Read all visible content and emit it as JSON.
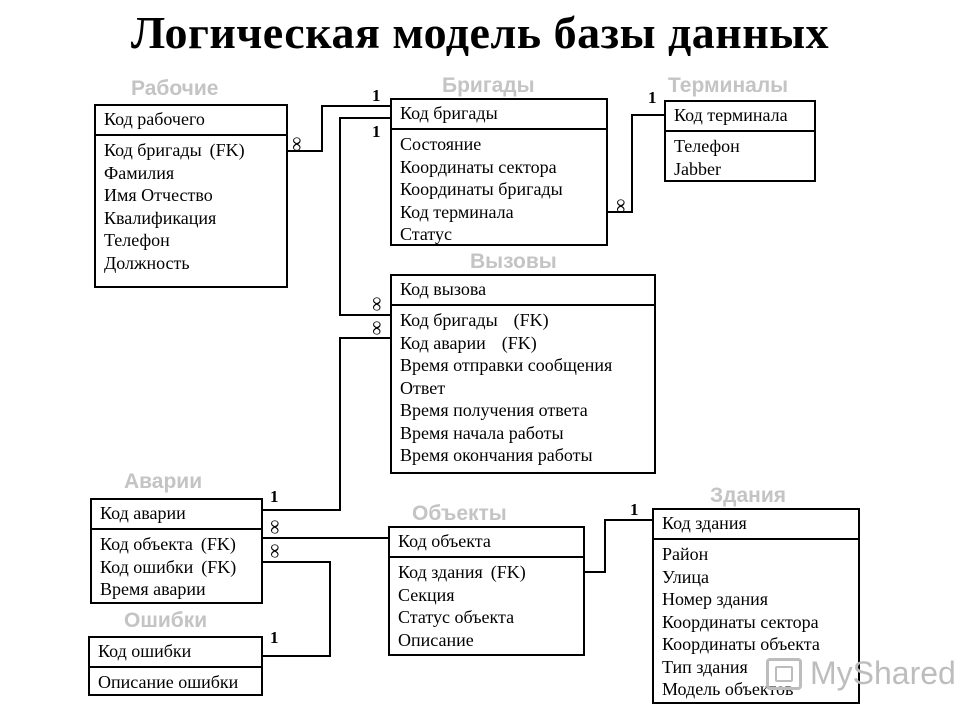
{
  "title": "Логическая модель базы данных",
  "entities": {
    "workers": {
      "name": "Рабочие",
      "pk": "Код рабочего",
      "attrs": [
        {
          "name": "Код бригады",
          "fk": "(FK)"
        },
        {
          "name": "Фамилия"
        },
        {
          "name": "Имя Отчество"
        },
        {
          "name": "Квалификация"
        },
        {
          "name": "Телефон"
        },
        {
          "name": "Должность"
        }
      ]
    },
    "brigades": {
      "name": "Бригады",
      "pk": "Код бригады",
      "attrs": [
        {
          "name": "Состояние"
        },
        {
          "name": "Координаты сектора"
        },
        {
          "name": "Координаты бригады"
        },
        {
          "name": "Код терминала"
        },
        {
          "name": "Статус"
        }
      ]
    },
    "terminals": {
      "name": "Терминалы",
      "pk": "Код терминала",
      "attrs": [
        {
          "name": "Телефон"
        },
        {
          "name": "Jabber"
        }
      ]
    },
    "calls": {
      "name": "Вызовы",
      "pk": "Код вызова",
      "attrs": [
        {
          "name": "Код бригады",
          "fk": "(FK)"
        },
        {
          "name": "Код аварии",
          "fk": "(FK)"
        },
        {
          "name": "Время отправки сообщения"
        },
        {
          "name": "Ответ"
        },
        {
          "name": "Время получения ответа"
        },
        {
          "name": "Время начала работы"
        },
        {
          "name": "Время окончания работы"
        }
      ]
    },
    "accidents": {
      "name": "Аварии",
      "pk": "Код аварии",
      "attrs": [
        {
          "name": "Код объекта",
          "fk": "(FK)"
        },
        {
          "name": "Код ошибки",
          "fk": "(FK)"
        },
        {
          "name": "Время аварии"
        }
      ]
    },
    "errors": {
      "name": "Ошибки",
      "pk": "Код ошибки",
      "attrs": [
        {
          "name": "Описание ошибки"
        }
      ]
    },
    "objects": {
      "name": "Объекты",
      "pk": "Код объекта",
      "attrs": [
        {
          "name": "Код здания",
          "fk": "(FK)"
        },
        {
          "name": "Секция"
        },
        {
          "name": "Статус объекта"
        },
        {
          "name": "Описание"
        }
      ]
    },
    "buildings": {
      "name": "Здания",
      "pk": "Код здания",
      "attrs": [
        {
          "name": "Район"
        },
        {
          "name": "Улица"
        },
        {
          "name": "Номер здания"
        },
        {
          "name": "Координаты сектора"
        },
        {
          "name": "Координаты объекта"
        },
        {
          "name": "Тип здания"
        },
        {
          "name": "Модель объектов"
        }
      ]
    }
  },
  "cardinality": {
    "one": "1",
    "many": "∞"
  },
  "watermark": "MyShared"
}
